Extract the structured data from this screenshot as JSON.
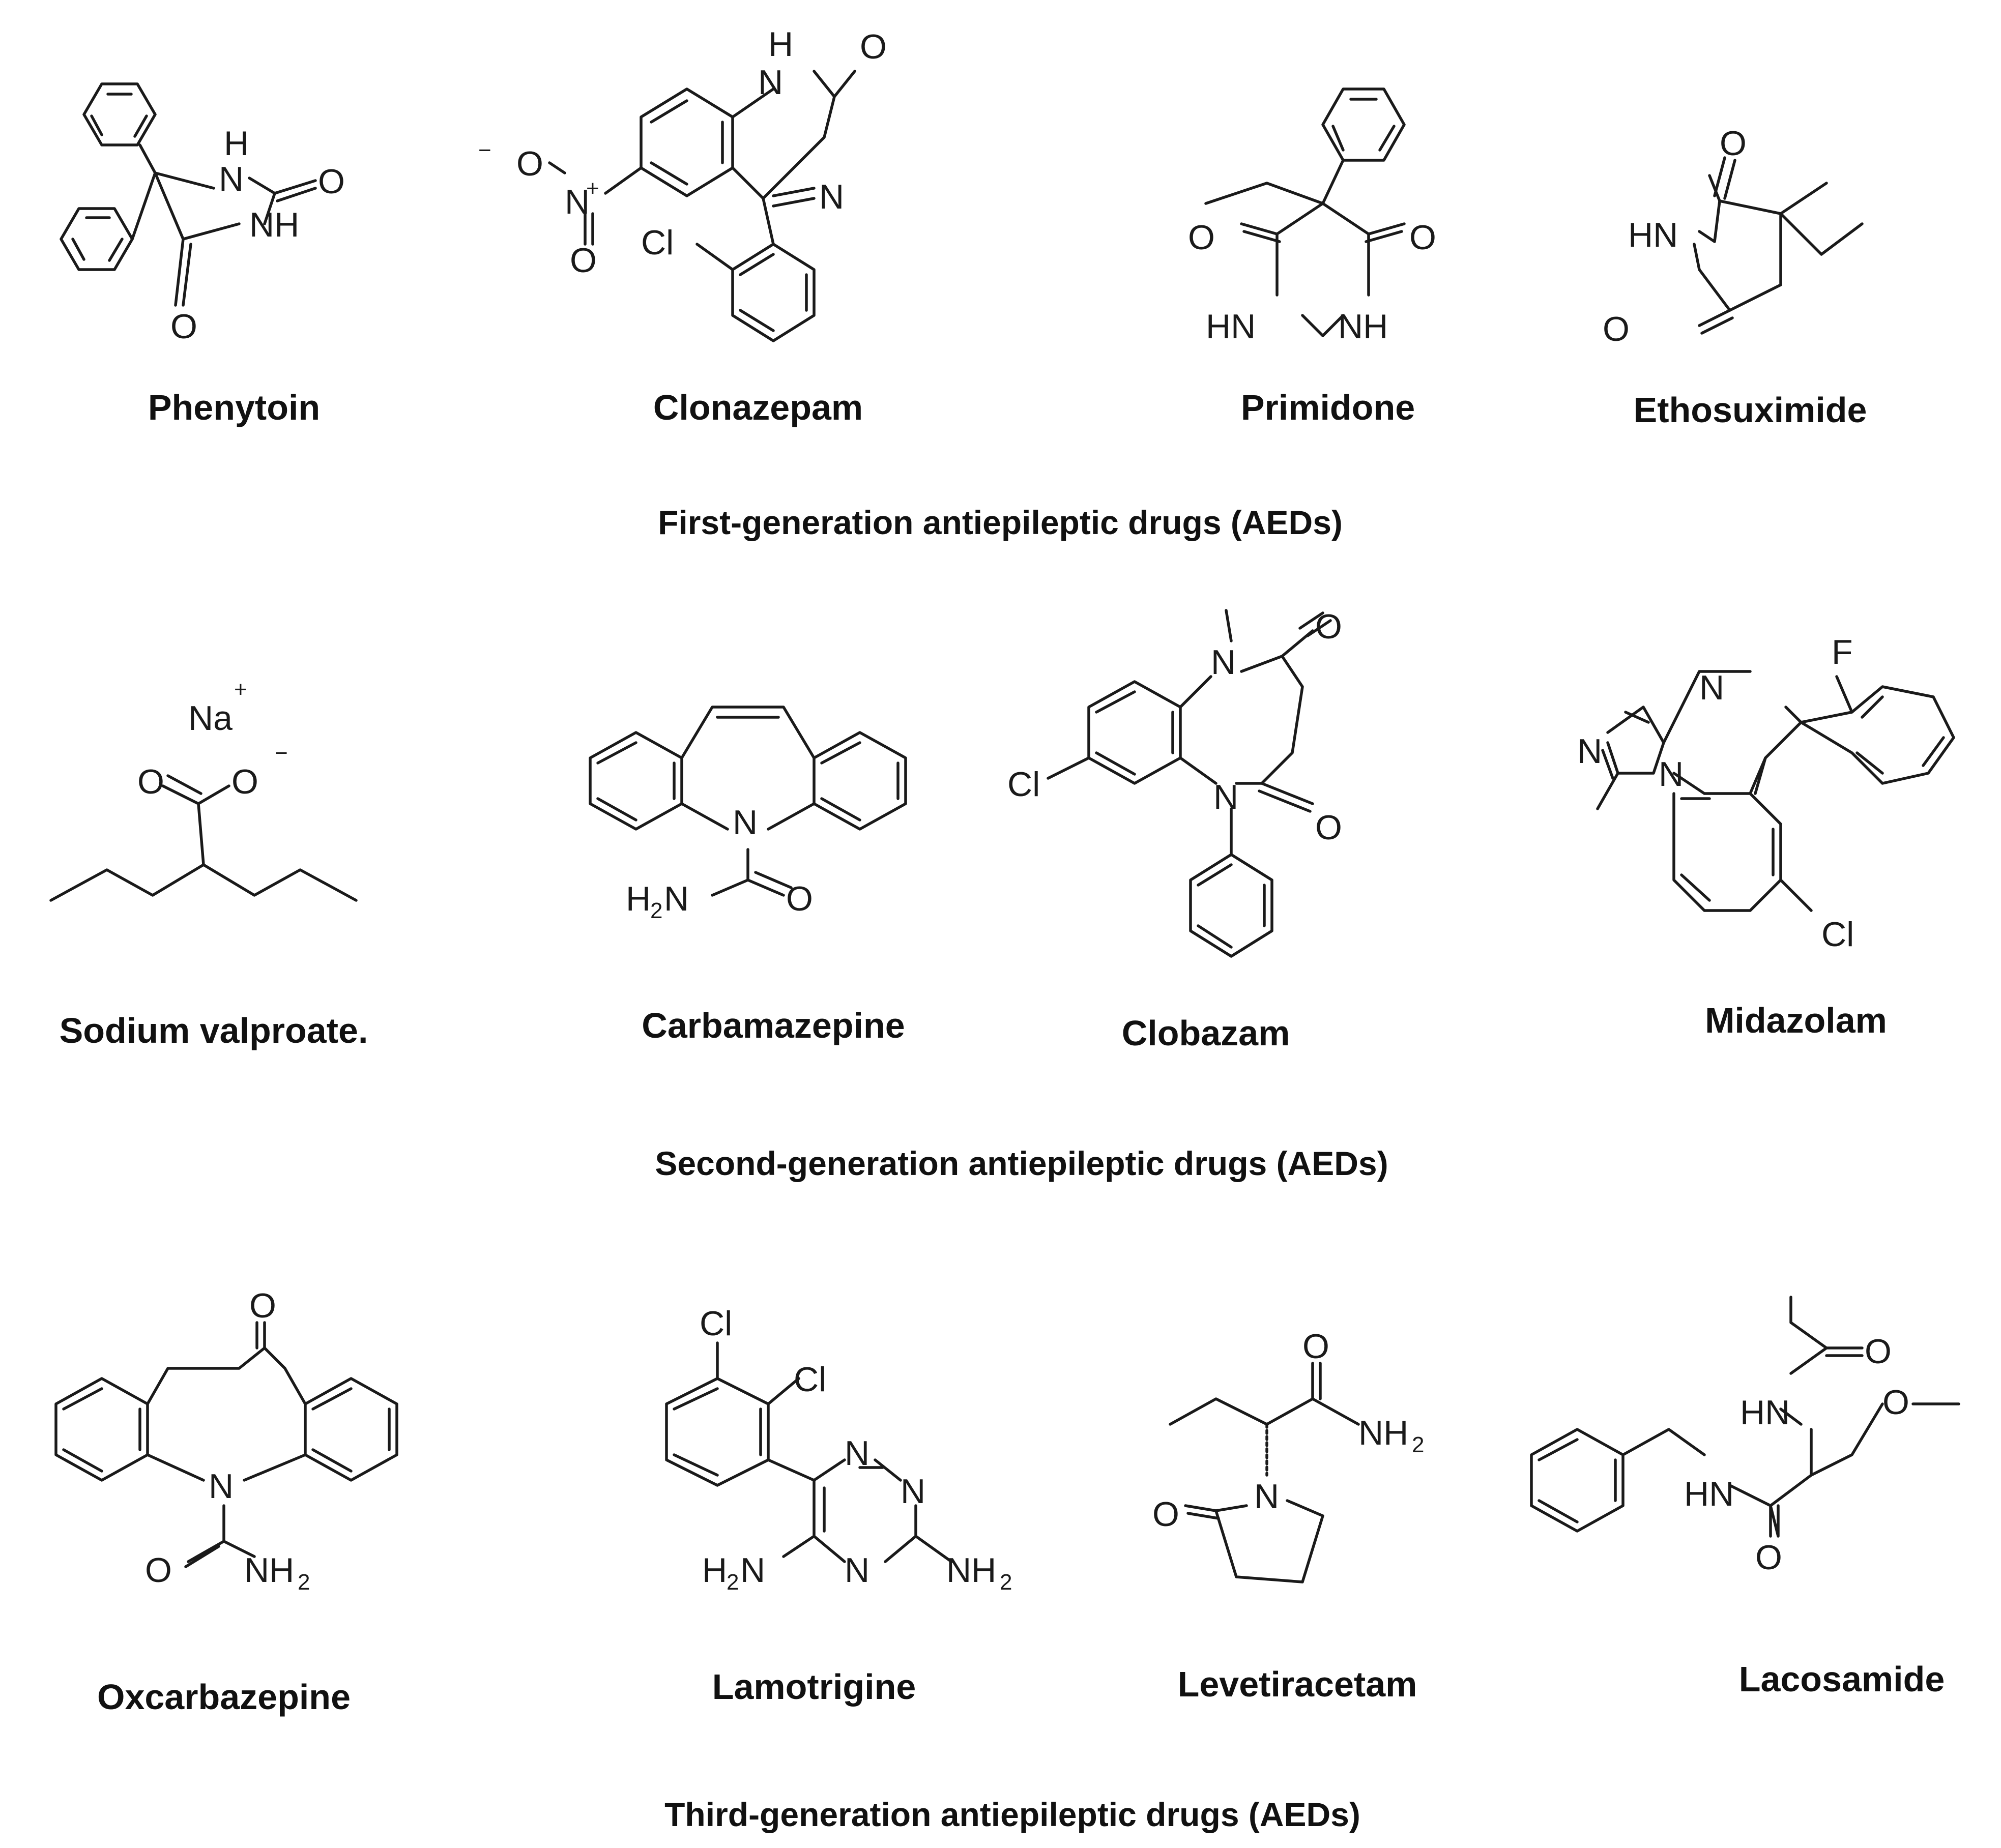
{
  "rows": [
    {
      "caption": "First-generation antiepileptic drugs (AEDs)",
      "drugs": [
        "Phenytoin",
        "Clonazepam",
        "Primidone",
        "Ethosuximide"
      ]
    },
    {
      "caption": "Second-generation antiepileptic drugs (AEDs)",
      "drugs": [
        "Sodium valproate.",
        "Carbamazepine",
        "Clobazam",
        "Midazolam"
      ]
    },
    {
      "caption": "Third-generation antiepileptic drugs (AEDs)",
      "drugs": [
        "Oxcarbazepine",
        "Lamotrigine",
        "Levetiracetam",
        "Lacosamide"
      ]
    }
  ],
  "atom_labels": {
    "H": "H",
    "N": "N",
    "O": "O",
    "NH": "NH",
    "HN": "HN",
    "NH2_base": "NH",
    "H2N_base": "H",
    "H2N_tail": "N",
    "sub2": "2",
    "Cl": "Cl",
    "F": "F",
    "Na": "Na",
    "plus": "+",
    "minus": "−"
  }
}
